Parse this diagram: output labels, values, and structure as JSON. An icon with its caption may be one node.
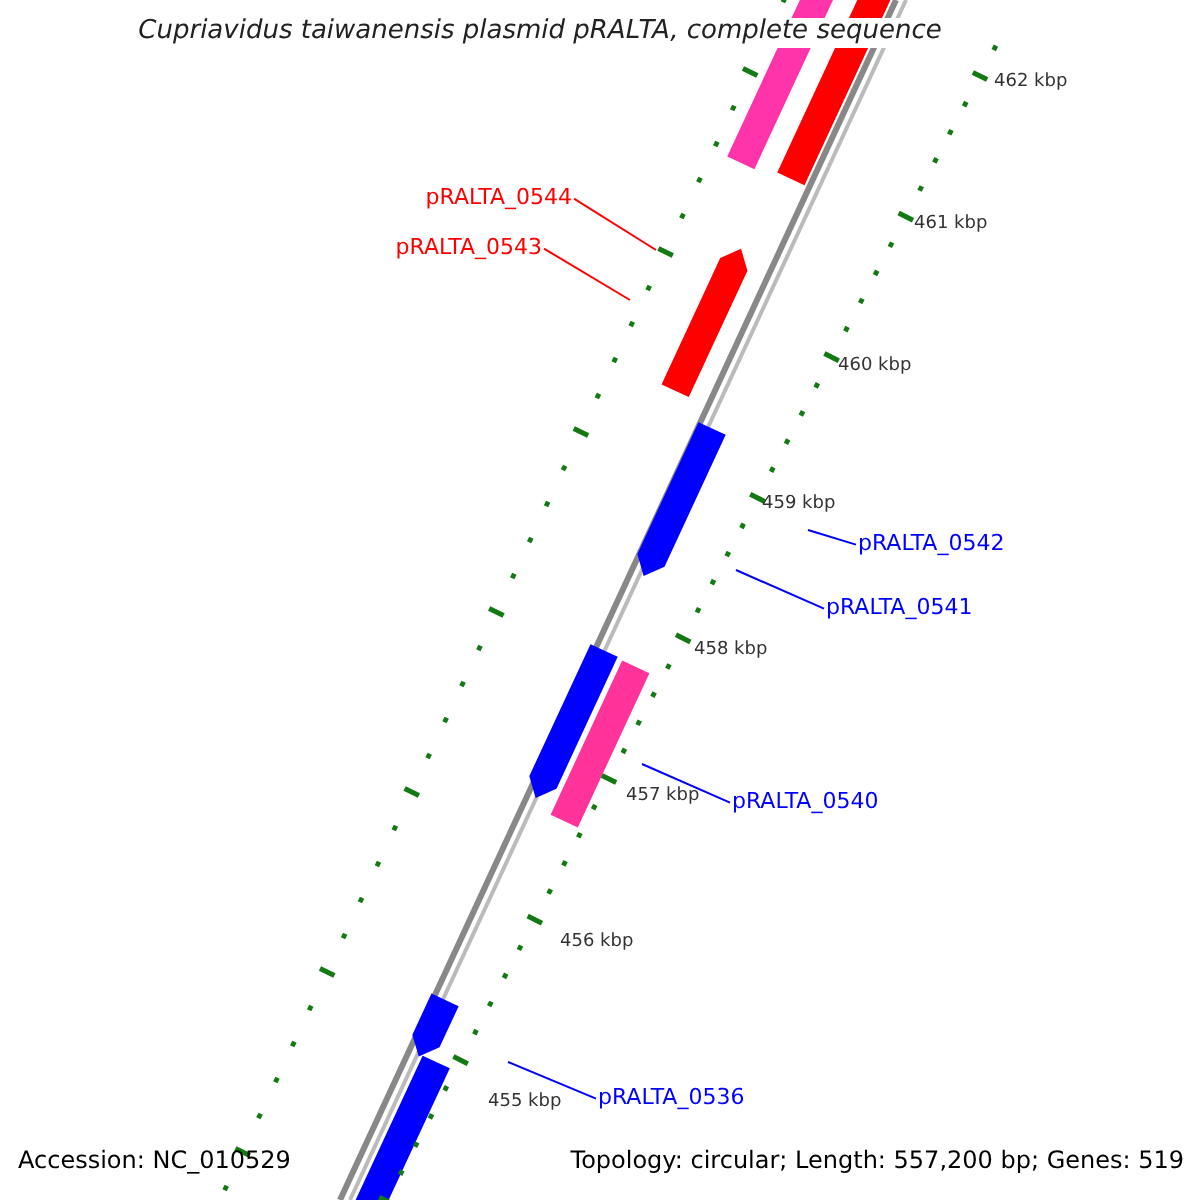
{
  "diagram": {
    "title": "Cupriavidus taiwanensis plasmid pRALTA, complete sequence",
    "nodes": [
      {
        "text": [
          "pRALTA_0544"
        ]
      },
      {
        "text": [
          "pRALTA_0543"
        ]
      },
      {
        "text": [
          "pRALTA_0542"
        ]
      },
      {
        "text": [
          "pRALTA_0541"
        ]
      },
      {
        "text": [
          "pRALTA_0540"
        ]
      },
      {
        "text": [
          "pRALTA_0536"
        ]
      }
    ],
    "edges": [
      {
        "from": 0,
        "to": null,
        "arrow": "none",
        "color": "#ff0000"
      },
      {
        "from": 1,
        "to": null,
        "arrow": "none",
        "color": "#ff0000"
      },
      {
        "from": 2,
        "to": null,
        "arrow": "none"
      },
      {
        "from": 3,
        "to": null,
        "arrow": "none"
      },
      {
        "from": 4,
        "to": null,
        "arrow": "none"
      },
      {
        "from": 5,
        "to": null,
        "arrow": "none"
      }
    ],
    "labels": [
      "462 kbp",
      "461 kbp",
      "460 kbp",
      "459 kbp",
      "458 kbp",
      "457 kbp",
      "456 kbp",
      "455 kbp",
      "Accession: NC_010529",
      "Topology: circular; Length: 557,200 bp; Genes: 519"
    ]
  }
}
